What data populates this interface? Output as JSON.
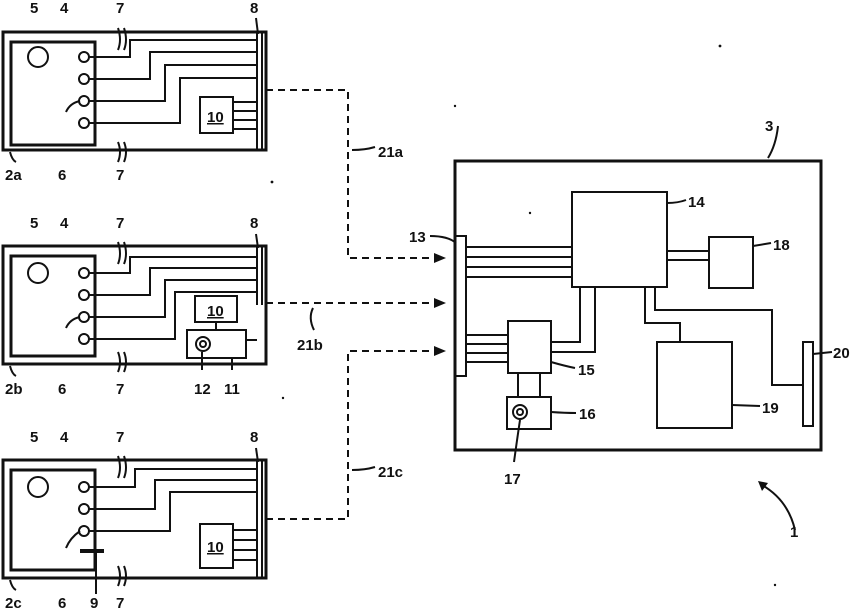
{
  "labels": {
    "system": "1",
    "unit_a": "2a",
    "unit_b": "2b",
    "unit_c": "2c",
    "central": "3",
    "memory_card": "4",
    "card_part": "5",
    "contact": "6",
    "lines": "7",
    "connector": "8",
    "marker": "9",
    "display": "10",
    "reader_block": "11",
    "reader_coil": "12",
    "interface": "13",
    "processor": "14",
    "reader_module": "15",
    "antenna_module": "16",
    "antenna_coil": "17",
    "module_18": "18",
    "storage": "19",
    "port": "20",
    "link_a": "21a",
    "link_b": "21b",
    "link_c": "21c"
  }
}
